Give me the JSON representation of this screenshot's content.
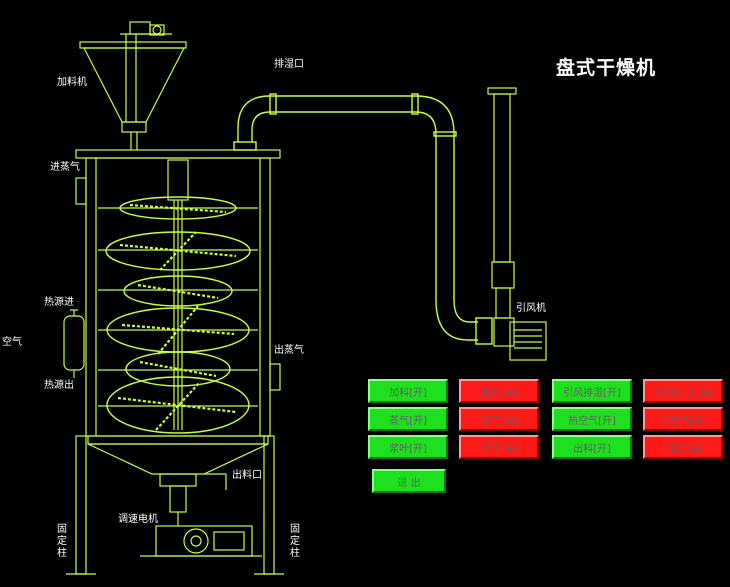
{
  "title": "盘式干燥机",
  "labels": {
    "feeder": "加料机",
    "dehumid_port": "排湿口",
    "steam_in": "进蒸气",
    "heat_in": "热源进",
    "air": "空气",
    "heat_out": "热源出",
    "steam_out": "出蒸气",
    "fan": "引风机",
    "discharge_port": "出料口",
    "motor": "调速电机",
    "fixed_column_left": "固定柱",
    "fixed_column_right": "固定柱"
  },
  "buttons": [
    {
      "id": "feed-on",
      "label": "加料[开]",
      "color": "green"
    },
    {
      "id": "feed-off",
      "label": "加料[关]",
      "color": "red"
    },
    {
      "id": "fan-dehumid-on",
      "label": "引风排湿[开]",
      "color": "green"
    },
    {
      "id": "fan-dehumid-off",
      "label": "引风排湿[关]",
      "color": "red"
    },
    {
      "id": "steam-on",
      "label": "蒸气[开]",
      "color": "green"
    },
    {
      "id": "steam-off",
      "label": "蒸气[关]",
      "color": "red"
    },
    {
      "id": "hot-air-on",
      "label": "热空气[开]",
      "color": "green"
    },
    {
      "id": "hot-air-off",
      "label": "热空气[关]",
      "color": "red"
    },
    {
      "id": "paddle-on",
      "label": "浆叶[开]",
      "color": "green"
    },
    {
      "id": "paddle-off",
      "label": "浆叶[关]",
      "color": "red"
    },
    {
      "id": "discharge-on",
      "label": "出料[开]",
      "color": "green"
    },
    {
      "id": "discharge-off",
      "label": "出料[关]",
      "color": "red"
    },
    {
      "id": "exit",
      "label": "退 出",
      "color": "green"
    }
  ],
  "colors": {
    "line": "#c8ff3c",
    "on": "#1fe01f",
    "off": "#ff1a1a",
    "background": "#000000"
  }
}
